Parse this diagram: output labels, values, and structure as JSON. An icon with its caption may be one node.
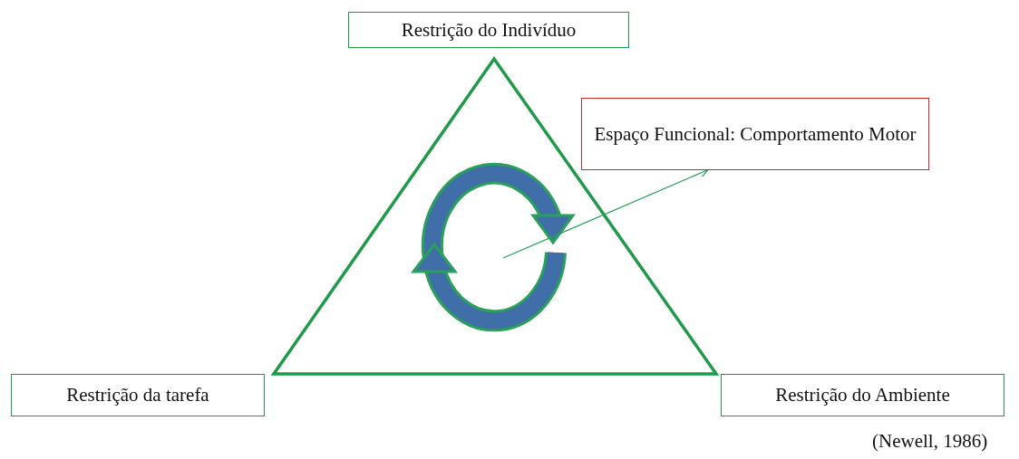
{
  "diagram": {
    "nodes": [
      {
        "text": [
          "Restrição do Indivíduo"
        ]
      },
      {
        "text": [
          "Espaço Funcional: Comportamento Motor"
        ]
      },
      {
        "text": [],
        "shape": "picture"
      },
      {
        "text": [
          "Restrição da tarefa"
        ]
      },
      {
        "text": [
          "Restrição do Ambiente"
        ]
      }
    ],
    "edges": [
      {
        "from": 2,
        "to": 1,
        "arrow": "to"
      }
    ],
    "labels": [
      "(Newell, 1986)"
    ]
  }
}
